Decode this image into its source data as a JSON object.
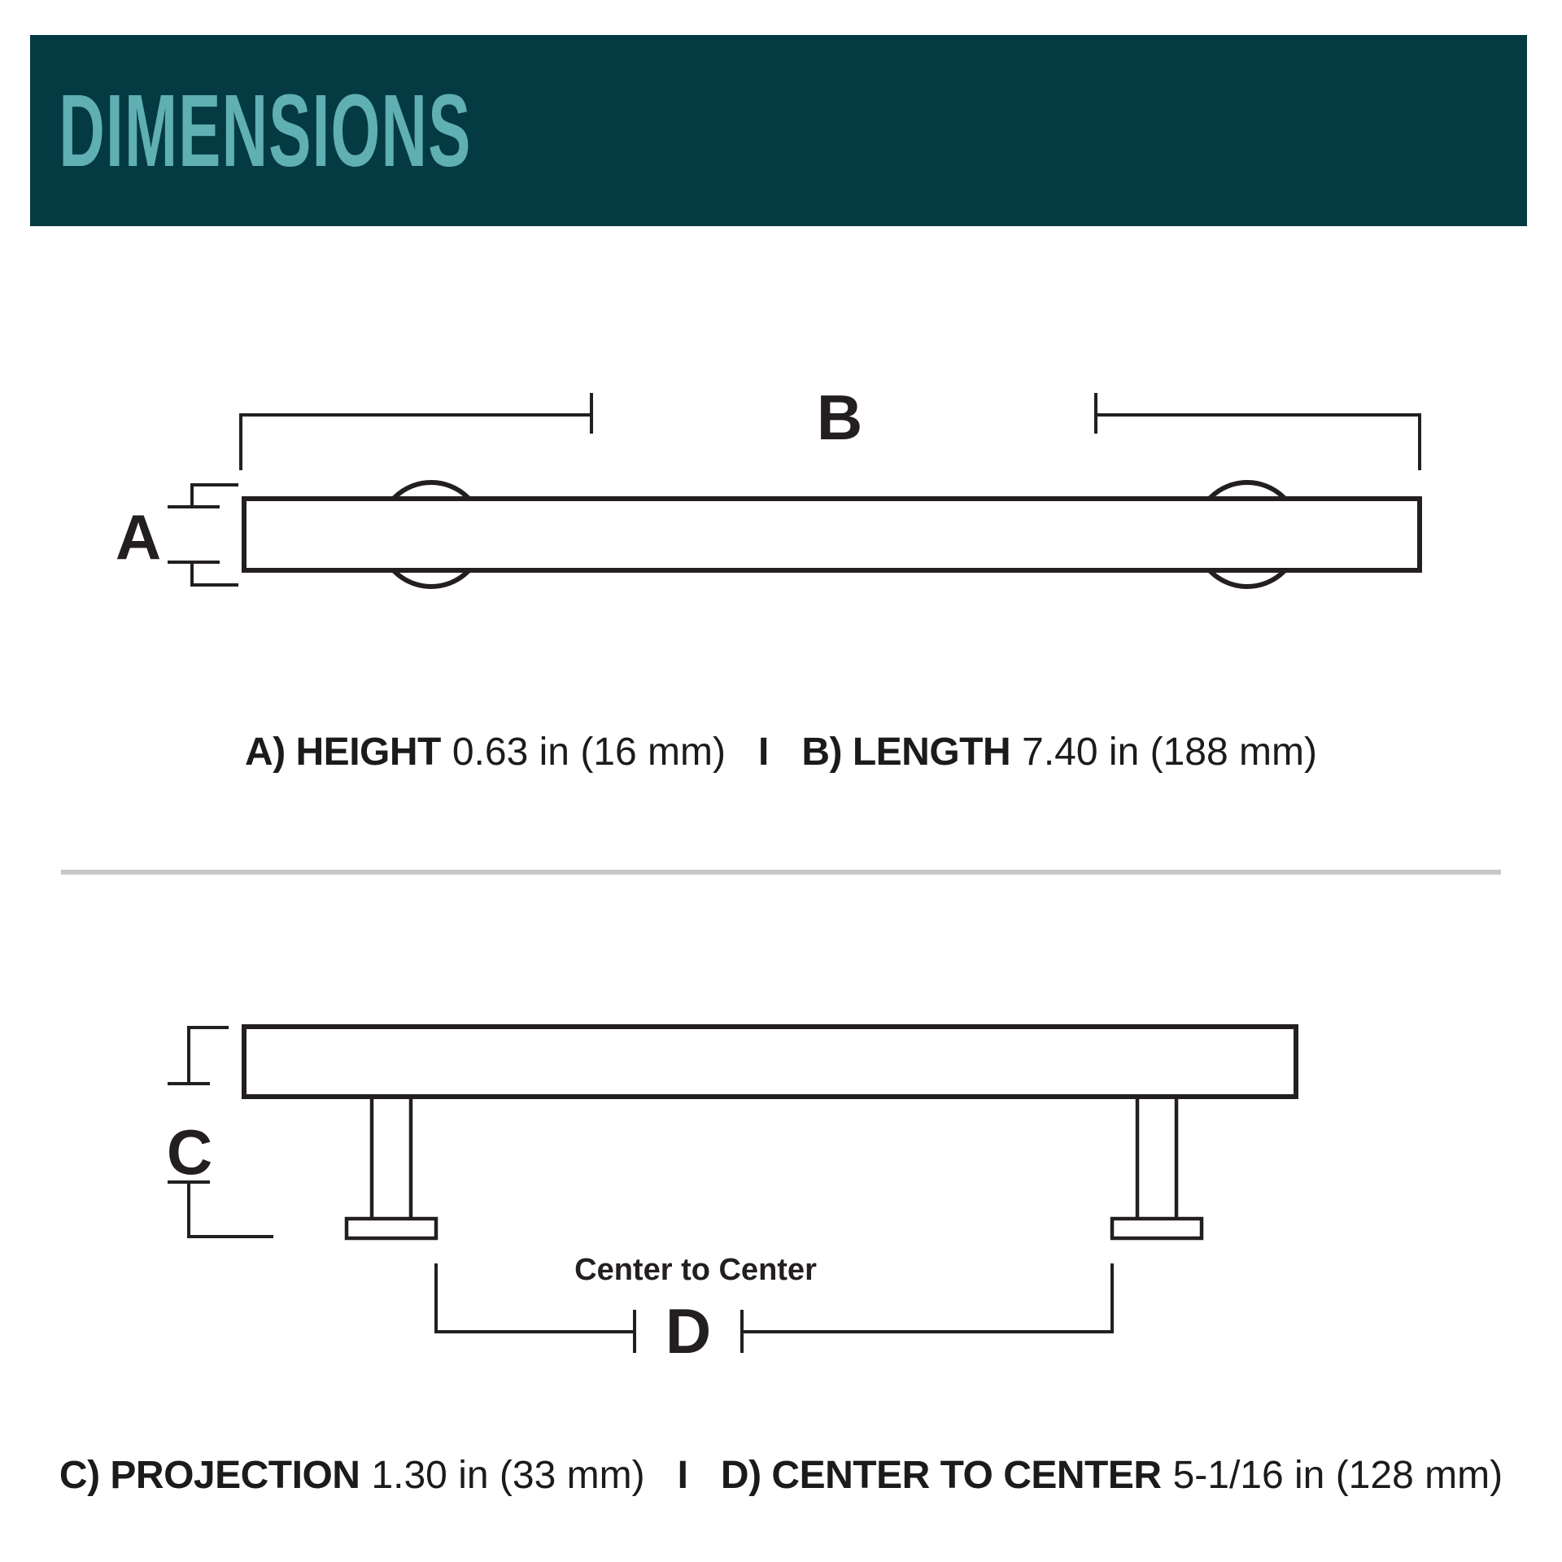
{
  "header": {
    "title": "DIMENSIONS"
  },
  "top_diagram": {
    "height_label": "A",
    "length_label": "B"
  },
  "top_caption": {
    "height_label": "A) HEIGHT",
    "height_value": "0.63 in (16 mm)",
    "separator": "I",
    "length_label": "B) LENGTH",
    "length_value": "7.40 in (188 mm)"
  },
  "bottom_diagram": {
    "projection_label": "C",
    "center_label": "D",
    "center_note": "Center to Center"
  },
  "bottom_caption": {
    "projection_label": "C) PROJECTION",
    "projection_value": "1.30 in (33 mm)",
    "separator": "I",
    "center_label": "D) CENTER TO CENTER",
    "center_value": "5-1/16 in (128 mm)"
  },
  "colors": {
    "header_bg": "#043A42",
    "header_text": "#5FAFB3",
    "line": "#231F20",
    "divider": "#C8C8C8"
  }
}
